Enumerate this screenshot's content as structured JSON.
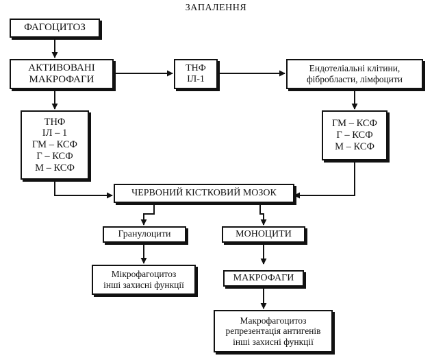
{
  "title": "ЗАПАЛЕННЯ",
  "nodes": {
    "phagocytosis": {
      "lines": [
        "ФАГОЦИТОЗ"
      ]
    },
    "activated_macrophages": {
      "lines": [
        "АКТИВОВАНІ",
        "МАКРОФАГИ"
      ]
    },
    "tnf_il1": {
      "lines": [
        "ТНФ",
        "ІЛ-1"
      ]
    },
    "endothelial_cells": {
      "lines": [
        "Ендотеліальні клітини,",
        "фібробласти, лімфоцити"
      ]
    },
    "cytokines_left": {
      "lines": [
        "ТНФ",
        "ІЛ – 1",
        "ГМ – КСФ",
        "Г – КСФ",
        "М – КСФ"
      ]
    },
    "cytokines_right": {
      "lines": [
        "ГМ – КСФ",
        "Г – КСФ",
        "М – КСФ"
      ]
    },
    "bone_marrow": {
      "lines": [
        "ЧЕРВОНИЙ КІСТКОВИЙ МОЗОК"
      ]
    },
    "granulocytes": {
      "lines": [
        "Гранулоцити"
      ]
    },
    "monocytes": {
      "lines": [
        "МОНОЦИТИ"
      ]
    },
    "microphagocytosis": {
      "lines": [
        "Мікрофагоцитоз",
        "інші захисні функції"
      ]
    },
    "macrophages": {
      "lines": [
        "МАКРОФАГИ"
      ]
    },
    "macrophagocytosis": {
      "lines": [
        "Макрофагоцитоз",
        "репрезентація антигенів",
        "інші захисні функції"
      ]
    }
  }
}
